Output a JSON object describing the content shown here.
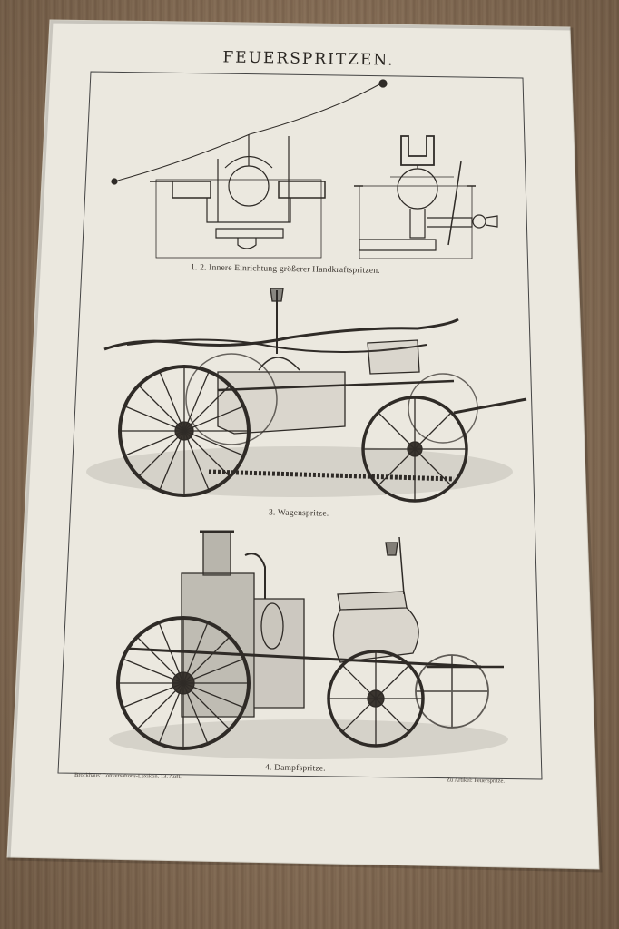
{
  "plate": {
    "title": "FEUERSPRITZEN.",
    "figure_captions": [
      "1. 2. Innere Einrichtung größerer Handkraftspritzen.",
      "3. Wagenspritze.",
      "4. Dampfspritze."
    ],
    "footer_left": "Brockhaus' Conversations-Lexikon. 13. Aufl.",
    "footer_right": "Zu Artikel: Feuerspritze."
  },
  "colors": {
    "paper": "#ebe8df",
    "background": "#8f7358",
    "ink": "#2a2622"
  }
}
